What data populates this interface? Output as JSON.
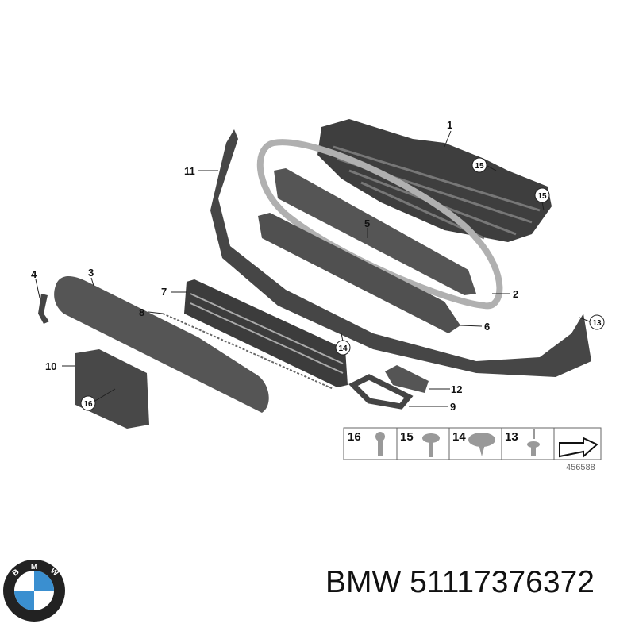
{
  "diagram": {
    "callouts": {
      "c1": "1",
      "c2": "2",
      "c3": "3",
      "c4": "4",
      "c5": "5",
      "c6": "6",
      "c7": "7",
      "c8": "8",
      "c9": "9",
      "c10": "10",
      "c11": "11",
      "c12": "12",
      "c13": "13",
      "c14": "14",
      "c15a": "15",
      "c15b": "15",
      "c16": "16"
    },
    "fastener_legend": [
      "16",
      "15",
      "14",
      "13"
    ],
    "reference_number": "456588"
  },
  "logo": {
    "text": "BMW"
  },
  "caption": "BMW 51117376372",
  "colors": {
    "part": "#4a4a4a",
    "part_dark": "#333333",
    "trim": "#b5b5b5",
    "logo_blue": "#3a8fd0"
  }
}
